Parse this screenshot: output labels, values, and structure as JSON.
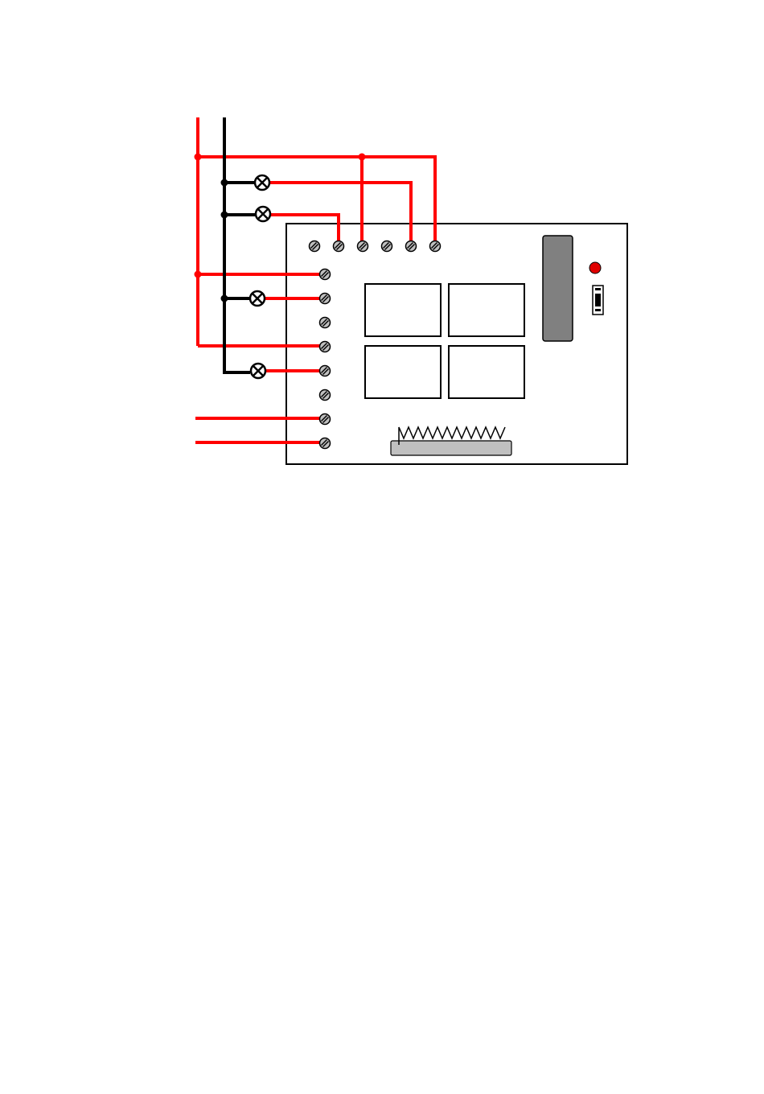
{
  "diagram": {
    "colors": {
      "live_wire": "#ff0000",
      "neutral_wire": "#000000",
      "board_outline": "#000000",
      "terminal_fill": "#bfbfbf",
      "module_fill": "#808080",
      "antenna_base_fill": "#c0c0c0",
      "led_fill": "#e00000",
      "background": "#ffffff"
    },
    "lamps": [
      {
        "icon": "lamp-icon",
        "connected_to": "top-terminal-2"
      },
      {
        "icon": "lamp-icon",
        "connected_to": "top-terminal-5"
      },
      {
        "icon": "lamp-icon",
        "connected_to": "side-terminal-2"
      },
      {
        "icon": "lamp-icon",
        "connected_to": "side-terminal-5"
      }
    ],
    "top_terminal_count": 6,
    "side_terminal_count": 8,
    "relay_count": 4,
    "board_parts": [
      "radio-module",
      "status-led",
      "dip-switch",
      "coil-antenna"
    ]
  }
}
